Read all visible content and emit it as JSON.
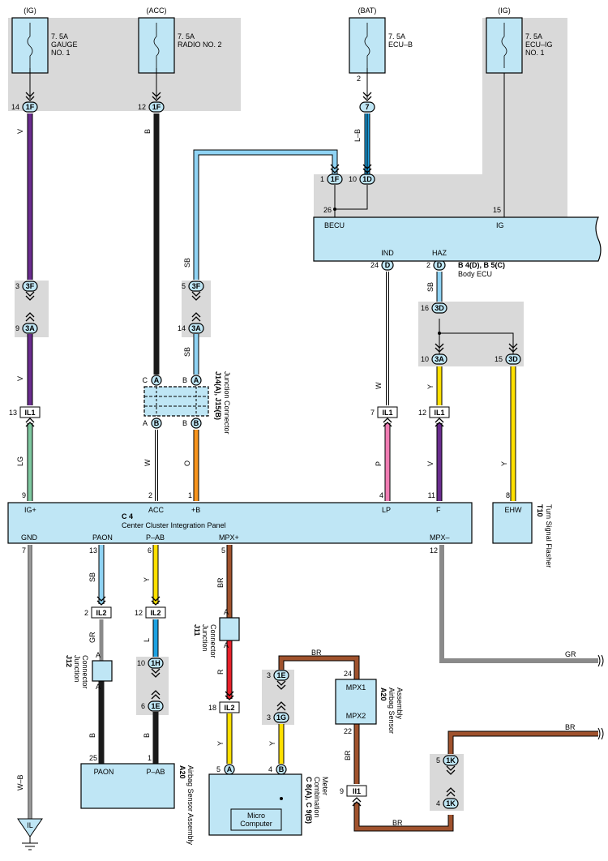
{
  "fuses": {
    "gauge": {
      "source": "(IG)",
      "rating": "7. 5A",
      "name1": "GAUGE",
      "name2": "NO. 1",
      "pin": "14",
      "conn": "1F"
    },
    "radio": {
      "source": "(ACC)",
      "rating": "7. 5A",
      "name1": "RADIO NO. 2",
      "pin": "12",
      "conn": "1F"
    },
    "ecub": {
      "source": "(BAT)",
      "rating": "7. 5A",
      "name1": "ECU–B",
      "pin": "2",
      "conn": "7"
    },
    "ecuig": {
      "source": "(IG)",
      "rating": "7. 5A",
      "name1": "ECU–IG",
      "name2": "NO. 1"
    }
  },
  "wire_colors": {
    "V": "#6a2c8e",
    "B": "#1a1a1a",
    "SB": "#8fd3f4",
    "L": "#1ba1e2",
    "LG": "#7fc8a0",
    "W": "#ffffff",
    "O": "#f7941d",
    "P": "#f07cb3",
    "Y": "#ffe000",
    "GR": "#8a8a8a",
    "BR": "#a0522d",
    "R": "#e8202a"
  },
  "wire_labels": {
    "v1": "V",
    "b1": "B",
    "sb1": "SB",
    "lb": "L–B",
    "v2": "V",
    "sb2": "SB",
    "sb3": "SB",
    "lg": "LG",
    "w1": "W",
    "o1": "O",
    "w2": "W",
    "p1": "P",
    "y1": "Y",
    "v3": "V",
    "y2": "Y",
    "sb4": "SB",
    "y3": "Y",
    "br1": "BR",
    "gr1": "GR",
    "gr2": "GR",
    "b2": "B",
    "l1": "L",
    "b3": "B",
    "r1": "R",
    "y4": "Y",
    "y5": "Y",
    "br2": "BR",
    "br3": "BR",
    "br4": "BR",
    "br5": "BR",
    "wb": "W–B"
  },
  "connectors": {
    "c_1f_a": "1F",
    "c_1d": "1D",
    "c_3f": "3F",
    "c_3a": "3A",
    "c_3f2": "3F",
    "c_3a2": "3A",
    "c_3d": "3D",
    "c_3a3": "3A",
    "c_3d2": "3D",
    "c_il1_a": "IL1",
    "c_il1_b": "IL1",
    "c_il1_c": "IL1",
    "c_il2_a": "IL2",
    "c_il2_b": "IL2",
    "c_il2_c": "IL2",
    "c_1h": "1H",
    "c_1e": "1E",
    "c_1e2": "1E",
    "c_1g": "1G",
    "c_ii1": "II1",
    "c_1k": "1K",
    "c_1k2": "1K",
    "c_d": "D",
    "c_d2": "D",
    "c_a": "A",
    "c_a2": "A",
    "c_b": "B",
    "c_b2": "B",
    "c_a3": "A",
    "c_b3": "B"
  },
  "pins": {
    "p1": "1",
    "p10": "10",
    "p26": "26",
    "p15": "15",
    "p3": "3",
    "p9": "9",
    "p5": "5",
    "p14": "14",
    "p24": "24",
    "p2": "2",
    "p16": "16",
    "p10b": "10",
    "p15b": "15",
    "p13": "13",
    "p7": "7",
    "p12": "12",
    "c4_9": "9",
    "c4_2": "2",
    "c4_1": "1",
    "c4_4": "4",
    "c4_11": "11",
    "p8": "8",
    "jc_c": "C",
    "jc_b1": "B",
    "jc_a": "A",
    "jc_b2": "B",
    "c4_7": "7",
    "c4_13": "13",
    "c4_6": "6",
    "c4_5": "5",
    "c4_12": "12",
    "p2b": "2",
    "p12b": "12",
    "j12_a": "A",
    "j12_a2": "A",
    "p10c": "10",
    "p6": "6",
    "j11_a": "A",
    "j11_a2": "A",
    "p18": "18",
    "p3b": "3",
    "p3c": "3",
    "p24b": "24",
    "p22": "22",
    "p25": "25",
    "p1b": "1",
    "p5b": "5",
    "p4": "4",
    "p9b": "9",
    "p5c": "5",
    "p4b": "4"
  },
  "body_ecu": {
    "terms": {
      "becu": "BECU",
      "ig": "IG",
      "ind": "IND",
      "haz": "HAZ"
    },
    "ref": "B 4(D), B 5(C)",
    "name": "Body ECU"
  },
  "junction": {
    "ref": "J14(A), J15(B)",
    "name": "Junction Connector"
  },
  "c4": {
    "ref": "C 4",
    "name": "Center Cluster Integration Panel",
    "terms": {
      "igp": "IG+",
      "acc": "ACC",
      "pb": "+B",
      "lp": "LP",
      "f": "F",
      "gnd": "GND",
      "paon": "PAON",
      "pab": "P–AB",
      "mpxp": "MPX+",
      "mpxm": "MPX–"
    }
  },
  "flasher": {
    "term": "EHW",
    "ref": "T10",
    "name": "Turn Signal Flasher"
  },
  "j12": {
    "ref": "J12",
    "name1": "Junction",
    "name2": "Connector"
  },
  "j11": {
    "ref": "J11",
    "name1": "Junction",
    "name2": "Connector"
  },
  "airbag_lower": {
    "paon": "PAON",
    "pab": "P–AB",
    "ref": "A20",
    "name": "Airbag Sensor Assembly"
  },
  "airbag_upper": {
    "mpx1": "MPX1",
    "mpx2": "MPX2",
    "ref": "A20",
    "name1": "Airbag Sensor",
    "name2": "Assembly"
  },
  "meter": {
    "micro1": "Micro",
    "micro2": "Computer",
    "ref": "C 8(A), C 9(B)",
    "name1": "Combination",
    "name2": "Meter"
  },
  "ground": {
    "label": "IL"
  }
}
